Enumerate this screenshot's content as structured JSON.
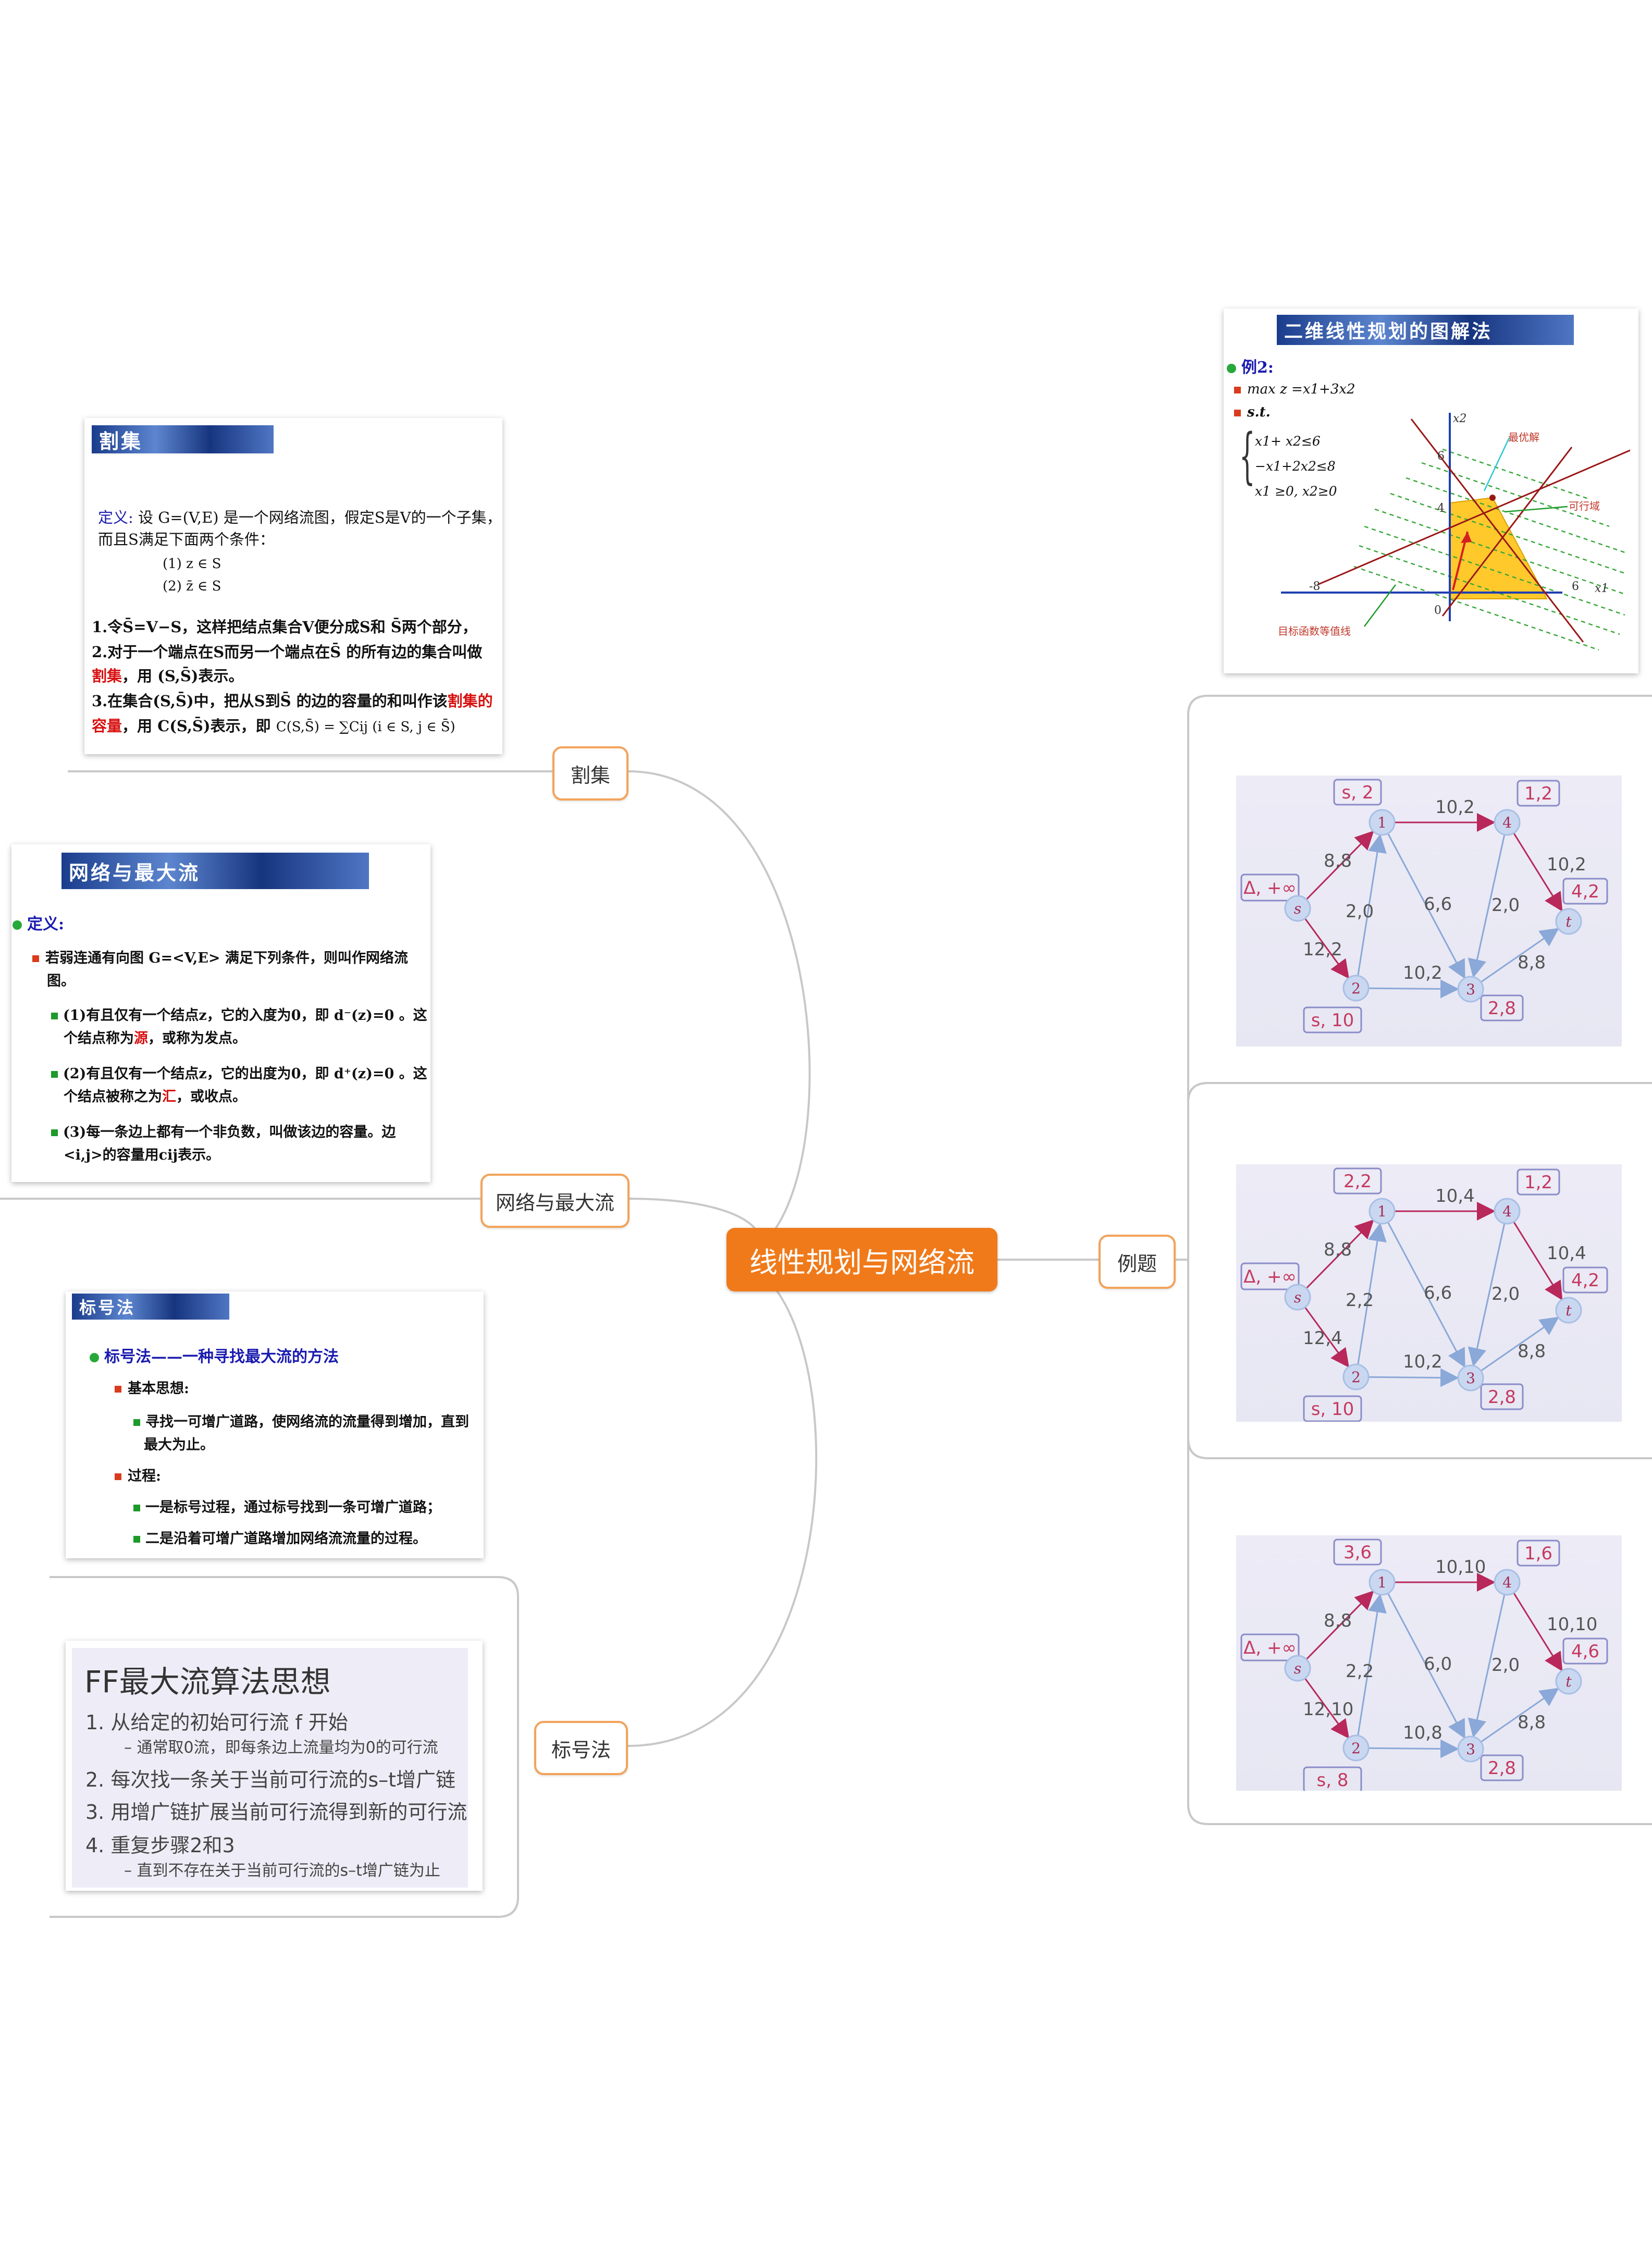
{
  "center": {
    "label": "线性规划与网络流"
  },
  "topics": {
    "cut": "割集",
    "network": "网络与最大流",
    "label_method": "标号法",
    "examples": "例题"
  },
  "slide_cut": {
    "banner": "割集",
    "def_label": "定义:",
    "def_text": "设 G=(V,E) 是一个网络流图，假定S是V的一个子集，",
    "def_text2": "而且S满足下面两个条件：",
    "cond1": "(1)   z ∈ S",
    "cond2": "(2)   z̄ ∈ S",
    "p1": "1.令S̄=V−S，这样把结点集合V便分成S和 S̄两个部分，",
    "p2": "2.对于一个端点在S而另一个端点在S̄ 的所有边的集合叫做",
    "p2b_red": "割集",
    "p2b": "，用 (S,S̄)表示。",
    "p3": "3.在集合(S,S̄)中，把从S到S̄ 的边的容量的和叫作该",
    "p3_red": "割集的",
    "p3b_red": "容量",
    "p3b": "，用 C(S,S̄)表示，即",
    "formula": "C(S,S̄) = ∑Cij (i ∈ S, j ∈ S̄)"
  },
  "slide_network": {
    "banner": "网络与最大流",
    "def": "定义:",
    "l1": "若弱连通有向图 G=<V,E> 满足下列条件，则叫作网络流",
    "l1b": "图。",
    "l2": "(1)有且仅有一个结点z，它的入度为0，即 d⁻(z)=0 。这",
    "l2b_pre": "个结点称为",
    "l2b_red": "源",
    "l2b_post": "，或称为发点。",
    "l3": "(2)有且仅有一个结点z，它的出度为0，即 d⁺(z)=0 。这",
    "l3b_pre": "个结点被称之为",
    "l3b_red": "汇",
    "l3b_post": "，或收点。",
    "l4": "(3)每一条边上都有一个非负数，叫做该边的容量。边",
    "l4b": "<i,j>的容量用cij表示。"
  },
  "slide_label": {
    "banner": "标号法",
    "title": "标号法——一种寻找最大流的方法",
    "basic": "基本思想:",
    "b1": "寻找一可增广道路，使网络流的流量得到增加，直到",
    "b1b": "最大为止。",
    "process": "过程:",
    "p1": "一是标号过程，通过标号找到一条可增广道路；",
    "p2": "二是沿着可增广道路增加网络流流量的过程。"
  },
  "slide_ff": {
    "title": "FF最大流算法思想",
    "s1": "1.   从给定的初始可行流 f 开始",
    "s1a": "–  通常取0流，即每条边上流量均为0的可行流",
    "s2": "2.   每次找一条关于当前可行流的s–t增广链",
    "s3": "3.   用增广链扩展当前可行流得到新的可行流",
    "s4": "4.   重复步骤2和3",
    "s4a": "–  直到不存在关于当前可行流的s–t增广链为止"
  },
  "slide_lp": {
    "banner": "二维线性规划的图解法",
    "example": "例2:",
    "objective": "max z =x1+3x2",
    "st": "s.t.",
    "c1": "x1+ x2≤6",
    "c2": "−x1+2x2≤8",
    "c3": "x1 ≥0, x2≥0",
    "opt": "最优解",
    "feasible": "可行域",
    "iso": "目标函数等值线",
    "axis_x": "x1",
    "axis_y": "x2",
    "t6y": "6",
    "t4y": "4",
    "t6x": "6",
    "tm8": "-8",
    "t0": "0"
  },
  "graphs": [
    {
      "e_s1": "8,8",
      "e_s2": "12,2",
      "e_12": "2,0",
      "e_14": "10,2",
      "e_13": "6,6",
      "e_23": "10,2",
      "e_43": "2,0",
      "e_4t": "10,2",
      "e_3t": "8,8",
      "l_s": "Δ, +∞",
      "l_1": "s, 2",
      "l_4": "1,2",
      "l_t": "4,2",
      "l_2": "s, 10",
      "l_3": "2,8",
      "n_s": "s",
      "n_1": "1",
      "n_2": "2",
      "n_3": "3",
      "n_4": "4",
      "n_t": "t"
    },
    {
      "e_s1": "8,8",
      "e_s2": "12,4",
      "e_12": "2,2",
      "e_14": "10,4",
      "e_13": "6,6",
      "e_23": "10,2",
      "e_43": "2,0",
      "e_4t": "10,4",
      "e_3t": "8,8",
      "l_s": "Δ, +∞",
      "l_1": "2,2",
      "l_4": "1,2",
      "l_t": "4,2",
      "l_2": "s, 10",
      "l_3": "2,8",
      "n_s": "s",
      "n_1": "1",
      "n_2": "2",
      "n_3": "3",
      "n_4": "4",
      "n_t": "t"
    },
    {
      "e_s1": "8,8",
      "e_s2": "12,10",
      "e_12": "2,2",
      "e_14": "10,10",
      "e_13": "6,0",
      "e_23": "10,8",
      "e_43": "2,0",
      "e_4t": "10,10",
      "e_3t": "8,8",
      "l_s": "Δ, +∞",
      "l_1": "3,6",
      "l_4": "1,6",
      "l_t": "4,6",
      "l_2": "s, 8",
      "l_3": "2,8",
      "n_s": "s",
      "n_1": "1",
      "n_2": "2",
      "n_3": "3",
      "n_4": "4",
      "n_t": "t"
    }
  ]
}
